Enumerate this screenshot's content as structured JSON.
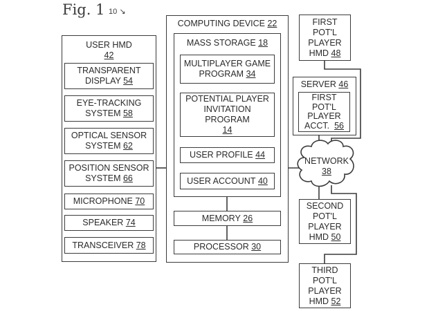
{
  "figure": {
    "title": "Fig. 1",
    "ref": "10"
  },
  "user_hmd": {
    "title": "USER HMD",
    "ref": "42",
    "components": [
      {
        "name": "TRANSPARENT",
        "name2": "DISPLAY",
        "ref": "54"
      },
      {
        "name": "EYE-TRACKING",
        "name2": "SYSTEM",
        "ref": "58"
      },
      {
        "name": "OPTICAL SENSOR",
        "name2": "SYSTEM",
        "ref": "62"
      },
      {
        "name": "POSITION SENSOR",
        "name2": "SYSTEM",
        "ref": "66"
      },
      {
        "name": "MICROPHONE",
        "ref": "70"
      },
      {
        "name": "SPEAKER",
        "ref": "74"
      },
      {
        "name": "TRANSCEIVER",
        "ref": "78"
      }
    ]
  },
  "computing_device": {
    "title": "COMPUTING DEVICE",
    "ref": "22",
    "mass_storage": {
      "title": "MASS STORAGE",
      "ref": "18",
      "items": [
        {
          "name": "MULTIPLAYER GAME",
          "name2": "PROGRAM",
          "ref": "34"
        },
        {
          "name": "POTENTIAL PLAYER",
          "name2": "INVITATION",
          "name3": "PROGRAM",
          "ref": "14"
        },
        {
          "name": "USER PROFILE",
          "ref": "44"
        },
        {
          "name": "USER ACCOUNT",
          "ref": "40"
        }
      ]
    },
    "memory": {
      "name": "MEMORY",
      "ref": "26"
    },
    "processor": {
      "name": "PROCESSOR",
      "ref": "30"
    }
  },
  "first_hmd": {
    "l1": "FIRST",
    "l2": "POT'L",
    "l3": "PLAYER",
    "l4": "HMD",
    "ref": "48"
  },
  "server": {
    "title": "SERVER",
    "ref": "46",
    "account": {
      "l1": "FIRST",
      "l2": "POT'L",
      "l3": "PLAYER",
      "l4": "ACCT.",
      "ref": "56"
    }
  },
  "network": {
    "title": "NETWORK",
    "ref": "38"
  },
  "second_hmd": {
    "l1": "SECOND",
    "l2": "POT'L",
    "l3": "PLAYER",
    "l4": "HMD",
    "ref": "50"
  },
  "third_hmd": {
    "l1": "THIRD",
    "l2": "POT'L",
    "l3": "PLAYER",
    "l4": "HMD",
    "ref": "52"
  }
}
